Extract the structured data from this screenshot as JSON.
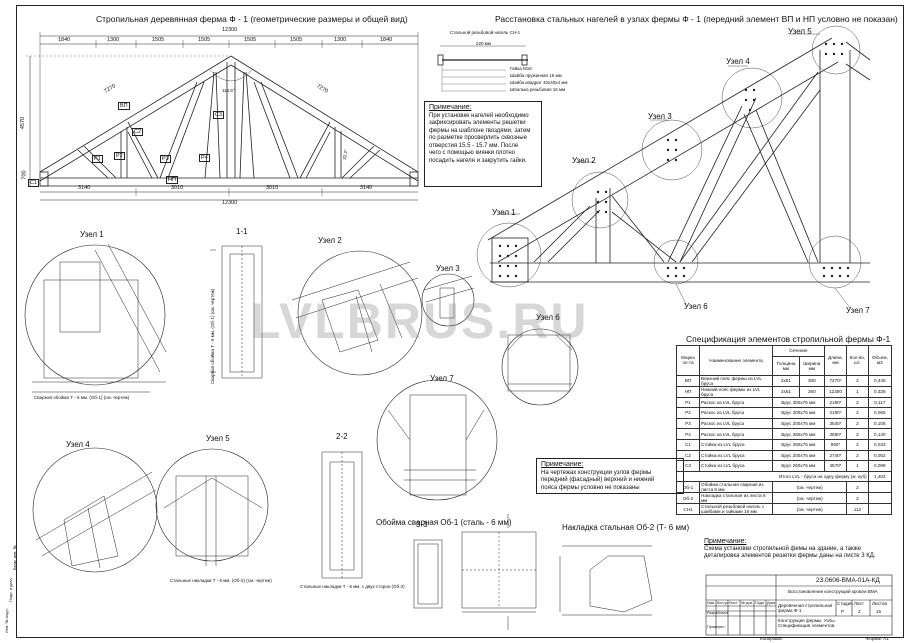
{
  "titles": {
    "truss_general": "Стропильная деревянная ферма Ф - 1  (геометрические размеры и общей вид)",
    "nail_layout": "Расстановка стальных нагелей в узлах фермы Ф - 1  (передний элемент ВП и НП условно не показан)",
    "spec_table": "Спецификация элементов стропильной фермы Ф-1",
    "obojma": "Обойма сварная Об-1 (сталь - 6 мм)",
    "nakladka": "Накладка стальная Об-2 (Т- 6 мм)"
  },
  "watermark": "LVLBRUS.RU",
  "truss_dims": {
    "total_top": "12300",
    "total_bottom": "12300",
    "top_segments": [
      "1840",
      "1300",
      "1505",
      "1505",
      "1505",
      "1505",
      "1300",
      "1840"
    ],
    "bottom_segments": [
      "3140",
      "3010",
      "3010",
      "3140"
    ],
    "height": "4570",
    "eave": "700",
    "rafter_len_left": "7270",
    "rafter_len_right": "7270",
    "apex_angle": "115.6°",
    "slope_angle": "32.2°"
  },
  "element_labels": [
    "ВП",
    "НП",
    "С1",
    "С2",
    "С3",
    "Р1",
    "Р2",
    "Р3",
    "Р4"
  ],
  "node_labels": {
    "layout": [
      "Узел 1",
      "Узел 2",
      "Узел 3",
      "Узел 4",
      "Узел 5",
      "Узел 6",
      "Узел 7"
    ],
    "details": [
      "Узел 1",
      "Узел 2",
      "Узел 3",
      "Узел 4",
      "Узел 5",
      "Узел 6",
      "Узел 7"
    ]
  },
  "sections": [
    "1-1",
    "2-2",
    "3-3"
  ],
  "bolt_legend": {
    "title": "Стальной резьбовой нагель СН-1",
    "length": "220 мм",
    "items": [
      "Гайка М16",
      "Шайба пружинная 16 мм",
      "Шайба квадрат 40х40х4 мм",
      "Шпилька резьбовая  16 мм"
    ]
  },
  "note1": {
    "title": "Примечание:",
    "body": "При установке нагелей необходимо\nзафиксировать элементы решетки\nфермы на шаблоне гвоздями, затем\nпо разметке просверлить сквозные\nотверстия     15.5 - 15.7 мм. После\nчего с помощью киянки плотно\nпосадить нагеля и закрутить гайки."
  },
  "note2": {
    "title": "Примечание:",
    "body": "На чертежах конструкции узлов фермы\nпередний (фасадный) верхний и нижний\nпояса фермы условно не показаны"
  },
  "note3": {
    "title": "Примечание:",
    "body": "Схема установки стропильной фемы на здание, а также\nдеталировка элементов решетки фермы даны на листе 3 КД."
  },
  "captions": {
    "uzel1": "Сварная обойма Т - 6 мм. (Об-1) (см. чертеж)",
    "s11": "Сварная обойма Т - 6 мм. (Об-1) (см. чертеж)",
    "uzel4": "Стальные накладки Т - 6 мм. (Об-2) (см. чертеж)",
    "s22": "Стальные накладки Т - 6 мм. с двух сторон (Об-2)"
  },
  "spec": {
    "headers": {
      "mark": "Марка эл-та",
      "name": "Наименование элемента",
      "section": "Сечение",
      "qty_section": "Кол-во шт.",
      "thickness": "Толщина мм",
      "width": "Ширина мм",
      "length": "Длина, мм",
      "qty": "Кол-во, шт.",
      "volume": "Объем, м3"
    },
    "rows": [
      {
        "mark": "ВП",
        "name": "Верхний пояс фермы из LVL бруса",
        "s": "2х51",
        "w": "300",
        "l": "7270*",
        "q": "2",
        "v": "0,445"
      },
      {
        "mark": "НП",
        "name": "Нижний пояс фермы из LVL бруса",
        "s": "2х51",
        "w": "260",
        "l": "12300",
        "q": "1",
        "v": "0,326"
      },
      {
        "mark": "Р1",
        "name": "Раскос из LVL бруса",
        "s": "Брус 300х75 мм",
        "w": "",
        "l": "2190*",
        "q": "2",
        "v": "0,117"
      },
      {
        "mark": "Р2",
        "name": "Раскос из LVL бруса",
        "s": "Брус 200х75 мм",
        "w": "",
        "l": "2190*",
        "q": "2",
        "v": "0,065"
      },
      {
        "mark": "Р3",
        "name": "Раскос из LVL бруса",
        "s": "Брус 200х75 мм",
        "w": "",
        "l": "3540*",
        "q": "2",
        "v": "0,106"
      },
      {
        "mark": "Р4",
        "name": "Раскос из LVL бруса",
        "s": "Брус 260х75 мм",
        "w": "",
        "l": "3580*",
        "q": "2",
        "v": "0,140"
      },
      {
        "mark": "С1",
        "name": "Стойка из LVL бруса",
        "s": "Брус 260х75 мм",
        "w": "",
        "l": "860*",
        "q": "2",
        "v": "0,033"
      },
      {
        "mark": "С2",
        "name": "Стойка из LVL бруса",
        "s": "Брус 200х75 мм",
        "w": "",
        "l": "2740*",
        "q": "2",
        "v": "0,052"
      },
      {
        "mark": "С3",
        "name": "Стойка из LVL бруса",
        "s": "Брус 260х75 мм",
        "w": "",
        "l": "4570*",
        "q": "1",
        "v": "0,089"
      }
    ],
    "total_label": "Итого LVL - бруса на одну ферму (м. куб)",
    "total_value": "1,402",
    "extra": [
      {
        "mark": "Об-1",
        "name": "Обойма стальная сварная из листа 6 мм",
        "s": "(см. чертеж)",
        "q": "2"
      },
      {
        "mark": "Об-2",
        "name": "Накладка стальная из листа 6 мм",
        "s": "(см. чертеж)",
        "q": "2"
      },
      {
        "mark": "СН1",
        "name": "Стальной резьбовой нагель с шайбами и гайками 16 мм",
        "s": "(см. чертеж)",
        "q": "112"
      }
    ]
  },
  "title_block": {
    "code": "23.0606-ВМА-01А-КД",
    "project": "Восстановление конструкций кровли  ВМА",
    "sheet_name": "Деревянная стропильная ферма Ф-1",
    "content": "Конструкция фермы. Узлы. Спецификация элементов.",
    "stage_h": "Стадия",
    "sheet_h": "Лист",
    "sheets_h": "Листов",
    "stage": "Р",
    "sheet": "2",
    "sheets": "15",
    "roles": [
      "Изм.",
      "Кол.уч",
      "Лист",
      "№ док.",
      "Подп.",
      "Дата"
    ],
    "people": [
      "Разработал",
      "Проверил"
    ],
    "copied": "Копировал",
    "format": "Формат А1"
  },
  "side_stamp": [
    "Инв. № подл.",
    "Подп. и дата",
    "Взам. инв. №"
  ]
}
